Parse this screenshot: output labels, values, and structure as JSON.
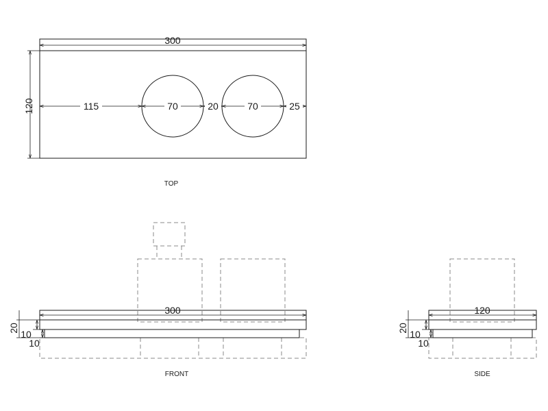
{
  "top_view": {
    "label": "TOP",
    "dims": {
      "overall_width": "300",
      "overall_depth": "120",
      "offset_left": "115",
      "hole_left_dia": "70",
      "hole_gap": "20",
      "hole_right_dia": "70",
      "offset_right": "25"
    }
  },
  "front_view": {
    "label": "FRONT",
    "dims": {
      "overall_width": "300",
      "height_total": "20",
      "height_upper": "10",
      "height_lower": "10"
    }
  },
  "side_view": {
    "label": "SIDE",
    "dims": {
      "overall_depth": "120",
      "height_total": "20",
      "height_upper": "10",
      "height_lower": "10"
    }
  }
}
